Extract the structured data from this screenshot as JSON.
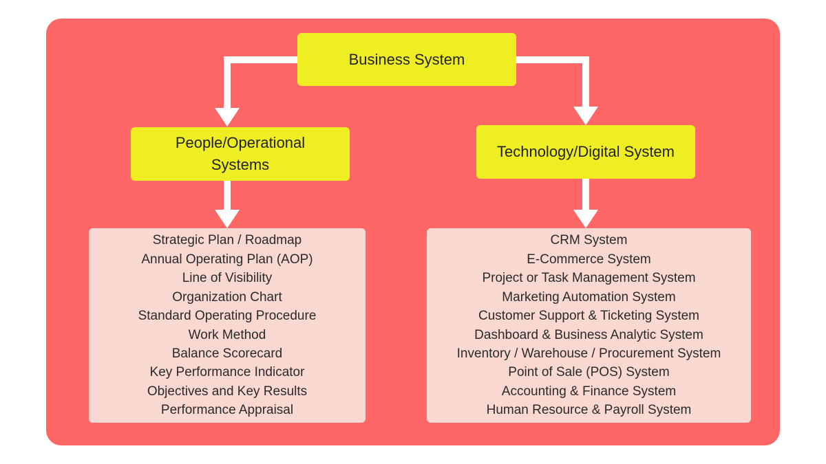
{
  "colors": {
    "panel_bg": "#ff6666",
    "node_bg": "#eeee22",
    "list_bg": "#f9d8d1",
    "connector": "#ffffff"
  },
  "diagram": {
    "root": {
      "label": "Business System"
    },
    "branches": [
      {
        "label": "People/Operational Systems",
        "items": [
          "Strategic Plan / Roadmap",
          "Annual Operating Plan (AOP)",
          "Line of Visibility",
          "Organization Chart",
          "Standard Operating Procedure",
          "Work Method",
          "Balance Scorecard",
          "Key Performance Indicator",
          "Objectives and Key Results",
          "Performance Appraisal"
        ]
      },
      {
        "label": "Technology/Digital System",
        "items": [
          "CRM System",
          "E-Commerce System",
          "Project or Task Management System",
          "Marketing Automation System",
          "Customer Support & Ticketing System",
          "Dashboard & Business Analytic System",
          "Inventory / Warehouse / Procurement System",
          "Point of Sale (POS) System",
          "Accounting & Finance System",
          "Human Resource & Payroll System"
        ]
      }
    ]
  }
}
